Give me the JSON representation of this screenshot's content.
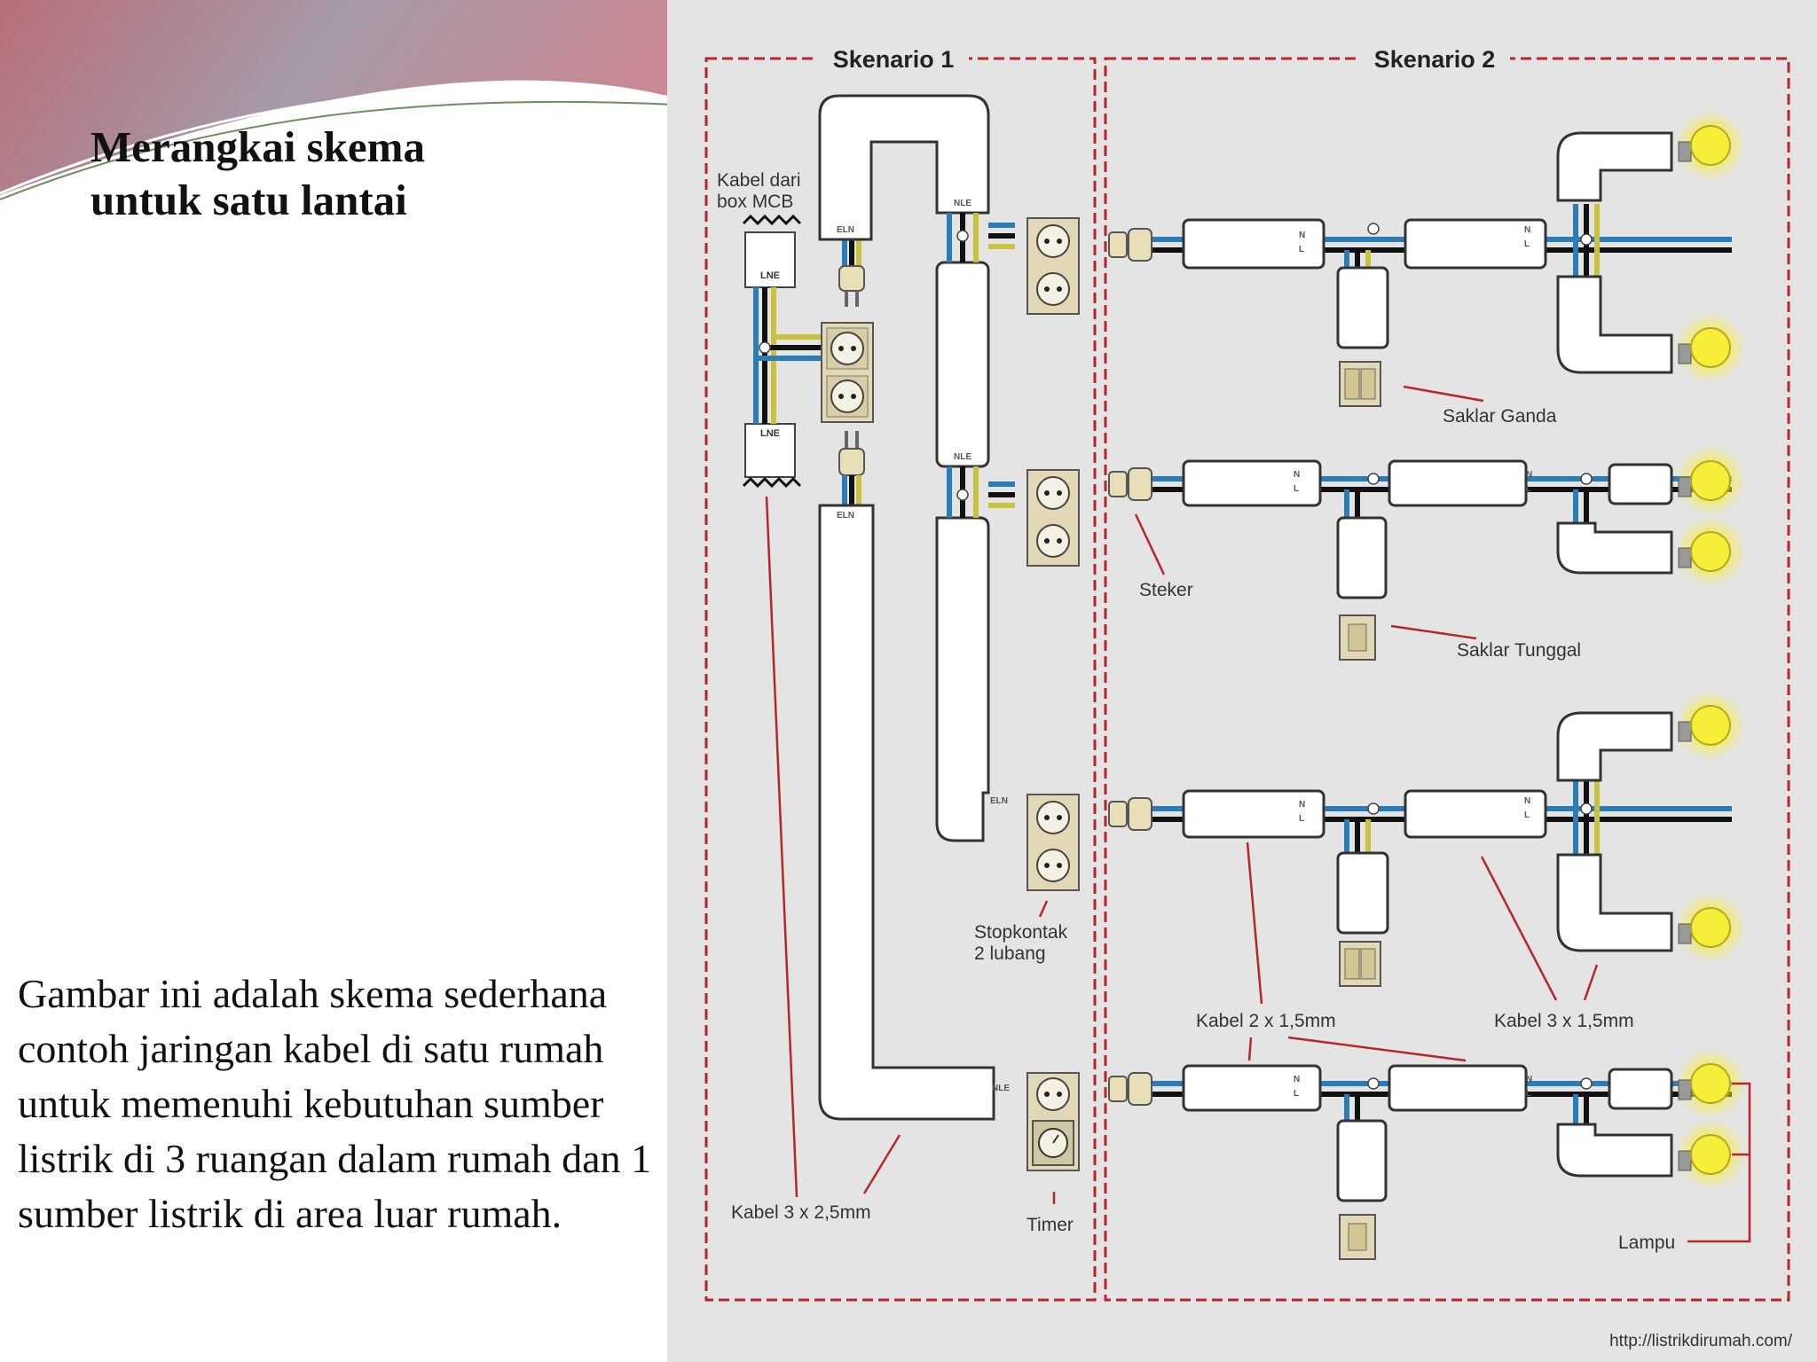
{
  "slide": {
    "title_line1": "Merangkai skema",
    "title_line2": "untuk satu lantai",
    "description": "Gambar ini adalah skema sederhana contoh jaringan kabel di satu rumah untuk memenuhi kebutuhan sumber listrik di 3 ruangan dalam rumah dan 1 sumber listrik di area luar rumah."
  },
  "diagram": {
    "scenario1_title": "Skenario 1",
    "scenario2_title": "Skenario 2",
    "labels": {
      "kabel_dari_line1": "Kabel dari",
      "kabel_dari_line2": "box MCB",
      "stopkontak_line1": "Stopkontak",
      "stopkontak_line2": "2 lubang",
      "kabel_3x25": "Kabel 3 x 2,5mm",
      "timer": "Timer",
      "saklar_ganda": "Saklar Ganda",
      "steker": "Steker",
      "saklar_tunggal": "Saklar Tunggal",
      "kabel_2x15": "Kabel 2 x 1,5mm",
      "kabel_3x15": "Kabel 3 x 1,5mm",
      "lampu": "Lampu",
      "url": "http://listrikdirumah.com/"
    },
    "terminal_marks": {
      "lne": "LNE",
      "nle": "NLE",
      "eln": "ELN",
      "n": "N",
      "l": "L"
    },
    "colors": {
      "background": "#e4e4e4",
      "dashed_border": "#b8262a",
      "leader_line": "#b8262a",
      "wire_blue": "#2a7db8",
      "wire_yellow": "#c8c23c",
      "wire_black": "#111111",
      "socket_fill": "#e2d8b6",
      "bulb_yellow": "#f7ee3a"
    }
  }
}
